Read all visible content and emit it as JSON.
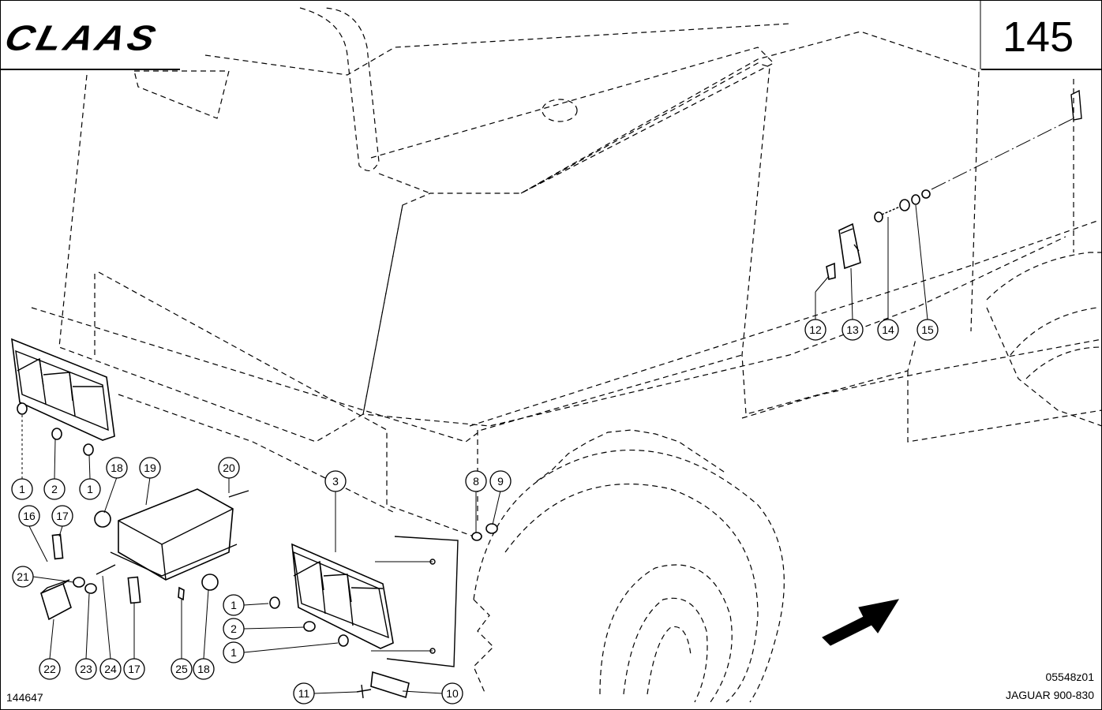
{
  "header": {
    "logo_text": "CLAAS",
    "page_number": "145"
  },
  "footer": {
    "document_id": "144647",
    "figure_id": "05548z01",
    "model": "JAGUAR 900-830"
  },
  "callouts": [
    {
      "label": "1"
    },
    {
      "label": "2"
    },
    {
      "label": "1"
    },
    {
      "label": "18"
    },
    {
      "label": "19"
    },
    {
      "label": "20"
    },
    {
      "label": "3"
    },
    {
      "label": "8"
    },
    {
      "label": "9"
    },
    {
      "label": "16"
    },
    {
      "label": "17"
    },
    {
      "label": "21"
    },
    {
      "label": "22"
    },
    {
      "label": "23"
    },
    {
      "label": "24"
    },
    {
      "label": "17"
    },
    {
      "label": "25"
    },
    {
      "label": "18"
    },
    {
      "label": "1"
    },
    {
      "label": "2"
    },
    {
      "label": "1"
    },
    {
      "label": "11"
    },
    {
      "label": "10"
    },
    {
      "label": "12"
    },
    {
      "label": "13"
    },
    {
      "label": "14"
    },
    {
      "label": "15"
    }
  ],
  "colors": {
    "line": "#000000",
    "background": "#ffffff"
  }
}
